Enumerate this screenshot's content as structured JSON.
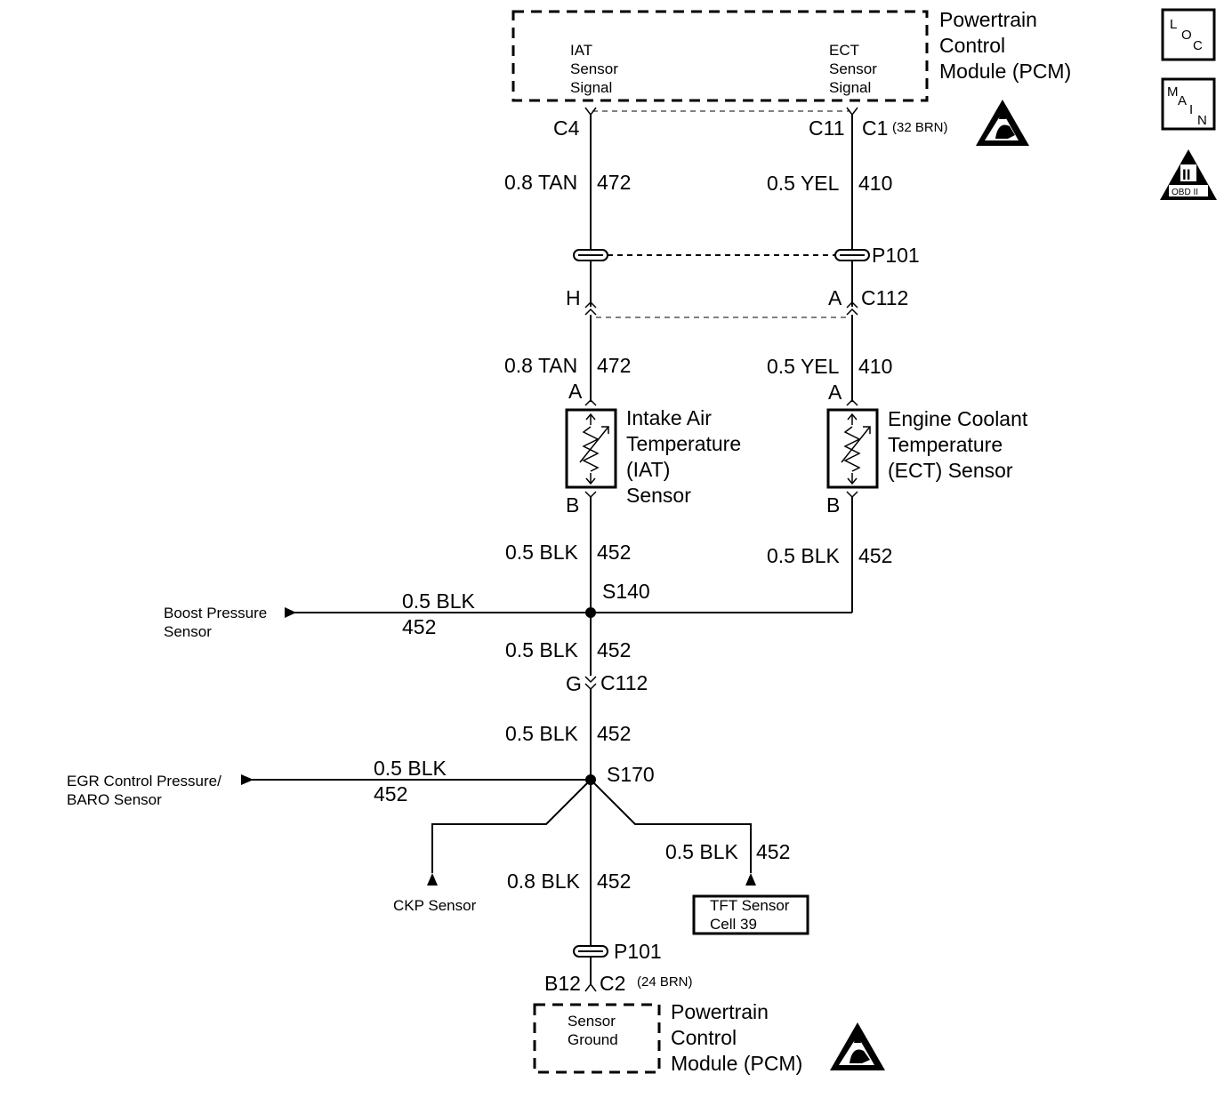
{
  "pcm_top": {
    "title_lines": [
      "Powertrain",
      "Control",
      "Module (PCM)"
    ],
    "iat_signal_lines": [
      "IAT",
      "Sensor",
      "Signal"
    ],
    "ect_signal_lines": [
      "ECT",
      "Sensor",
      "Signal"
    ],
    "pin_c4": "C4",
    "pin_c11": "C11",
    "conn_c1": "C1",
    "conn_c1_note": "(32 BRN)"
  },
  "badges": {
    "loc_letters": [
      "L",
      "O",
      "C"
    ],
    "main_letters": [
      "M",
      "A",
      "I",
      "N"
    ],
    "obd_roman": "II",
    "obd_label": "OBD II"
  },
  "wires": {
    "iat_upper": {
      "color": "0.8 TAN",
      "circuit": "472"
    },
    "ect_upper": {
      "color": "0.5 YEL",
      "circuit": "410"
    },
    "iat_lower": {
      "color": "0.8 TAN",
      "circuit": "472"
    },
    "ect_lower": {
      "color": "0.5 YEL",
      "circuit": "410"
    },
    "iat_ground": {
      "color": "0.5 BLK",
      "circuit": "452"
    },
    "ect_ground": {
      "color": "0.5 BLK",
      "circuit": "452"
    },
    "boost": {
      "color": "0.5 BLK",
      "circuit": "452"
    },
    "below_s140": {
      "color": "0.5 BLK",
      "circuit": "452"
    },
    "below_c112": {
      "color": "0.5 BLK",
      "circuit": "452"
    },
    "egr": {
      "color": "0.5 BLK",
      "circuit": "452"
    },
    "tft": {
      "color": "0.5 BLK",
      "circuit": "452"
    },
    "main_ground": {
      "color": "0.8 BLK",
      "circuit": "452"
    }
  },
  "connectors": {
    "p101_top": "P101",
    "c112_pin_h": "H",
    "c112_pin_a": "A",
    "c112_label": "C112",
    "iat_pin_a": "A",
    "iat_pin_b": "B",
    "ect_pin_a": "A",
    "ect_pin_b": "B",
    "c112_pin_g": "G",
    "c112_lower_label": "C112",
    "p101_bottom": "P101",
    "pin_b12": "B12",
    "conn_c2": "C2",
    "conn_c2_note": "(24 BRN)"
  },
  "sensors": {
    "iat_lines": [
      "Intake Air",
      "Temperature",
      "(IAT)",
      "Sensor"
    ],
    "ect_lines": [
      "Engine Coolant",
      "Temperature",
      "(ECT) Sensor"
    ]
  },
  "splices": {
    "s140": "S140",
    "s170": "S170"
  },
  "refs": {
    "boost_lines": [
      "Boost Pressure",
      "Sensor"
    ],
    "egr_lines": [
      "EGR Control Pressure/",
      "BARO Sensor"
    ],
    "ckp": "CKP Sensor",
    "tft_lines": [
      "TFT Sensor",
      "Cell 39"
    ]
  },
  "pcm_bottom": {
    "title_lines": [
      "Powertrain",
      "Control",
      "Module (PCM)"
    ],
    "ground_lines": [
      "Sensor",
      "Ground"
    ]
  }
}
